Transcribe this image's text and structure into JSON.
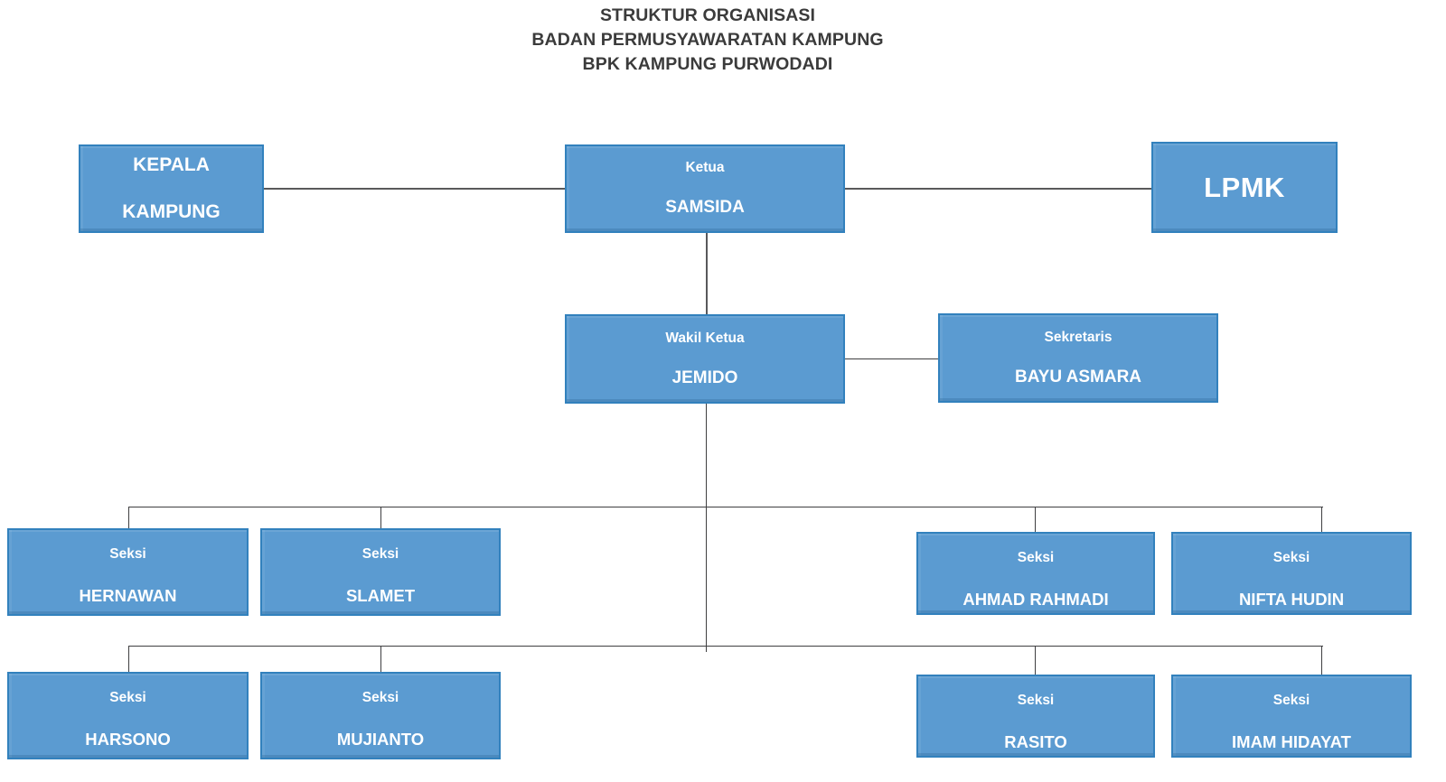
{
  "title": {
    "line1": "STRUKTUR ORGANISASI",
    "line2": "BADAN PERMUSYAWARATAN KAMPUNG",
    "line3": "BPK KAMPUNG PURWODADI"
  },
  "colors": {
    "node_fill": "#5b9bd1",
    "node_border": "#3281bd",
    "node_text": "#ffffff",
    "title_text": "#3b3b3b",
    "connector": "#59595b",
    "background": "#ffffff"
  },
  "chart_data": {
    "type": "diagram",
    "diagram_kind": "organization-chart",
    "title": "STRUKTUR ORGANISASI BADAN PERMUSYAWARATAN KAMPUNG BPK KAMPUNG PURWODADI",
    "nodes": [
      {
        "id": "kepala-kampung",
        "role": "",
        "name": "KEPALA KAMPUNG",
        "level": 1
      },
      {
        "id": "ketua",
        "role": "Ketua",
        "name": "SAMSIDA",
        "level": 1
      },
      {
        "id": "lpmk",
        "role": "",
        "name": "LPMK",
        "level": 1
      },
      {
        "id": "wakil-ketua",
        "role": "Wakil Ketua",
        "name": "JEMIDO",
        "level": 2
      },
      {
        "id": "sekretaris",
        "role": "Sekretaris",
        "name": "BAYU ASMARA",
        "level": 2
      },
      {
        "id": "seksi-hernawan",
        "role": "Seksi",
        "name": "HERNAWAN",
        "level": 3
      },
      {
        "id": "seksi-slamet",
        "role": "Seksi",
        "name": "SLAMET",
        "level": 3
      },
      {
        "id": "seksi-ahmad-rahmadi",
        "role": "Seksi",
        "name": "AHMAD RAHMADI",
        "level": 3
      },
      {
        "id": "seksi-nifta-hudin",
        "role": "Seksi",
        "name": "NIFTA HUDIN",
        "level": 3
      },
      {
        "id": "seksi-harsono",
        "role": "Seksi",
        "name": "HARSONO",
        "level": 4
      },
      {
        "id": "seksi-mujianto",
        "role": "Seksi",
        "name": "MUJIANTO",
        "level": 4
      },
      {
        "id": "seksi-rasito",
        "role": "Seksi",
        "name": "RASITO",
        "level": 4
      },
      {
        "id": "seksi-imam-hidayat",
        "role": "Seksi",
        "name": "IMAM HIDAYAT",
        "level": 4
      }
    ],
    "edges": [
      {
        "from": "kepala-kampung",
        "to": "ketua",
        "style": "horizontal"
      },
      {
        "from": "ketua",
        "to": "lpmk",
        "style": "horizontal"
      },
      {
        "from": "ketua",
        "to": "wakil-ketua",
        "style": "vertical"
      },
      {
        "from": "wakil-ketua",
        "to": "sekretaris",
        "style": "horizontal"
      },
      {
        "from": "wakil-ketua",
        "to": "seksi-hernawan",
        "style": "bus"
      },
      {
        "from": "wakil-ketua",
        "to": "seksi-slamet",
        "style": "bus"
      },
      {
        "from": "wakil-ketua",
        "to": "seksi-ahmad-rahmadi",
        "style": "bus"
      },
      {
        "from": "wakil-ketua",
        "to": "seksi-nifta-hudin",
        "style": "bus"
      },
      {
        "from": "wakil-ketua",
        "to": "seksi-harsono",
        "style": "bus"
      },
      {
        "from": "wakil-ketua",
        "to": "seksi-mujianto",
        "style": "bus"
      },
      {
        "from": "wakil-ketua",
        "to": "seksi-rasito",
        "style": "bus"
      },
      {
        "from": "wakil-ketua",
        "to": "seksi-imam-hidayat",
        "style": "bus"
      }
    ]
  },
  "nodes": {
    "kepala_kampung": {
      "line1": "KEPALA",
      "line2": "KAMPUNG"
    },
    "ketua": {
      "role": "Ketua",
      "name": "SAMSIDA"
    },
    "lpmk": {
      "label": "LPMK"
    },
    "wakil_ketua": {
      "role": "Wakil Ketua",
      "name": "JEMIDO"
    },
    "sekretaris": {
      "role": "Sekretaris",
      "name": "BAYU ASMARA"
    },
    "seksi_hernawan": {
      "role": "Seksi",
      "name": "HERNAWAN"
    },
    "seksi_slamet": {
      "role": "Seksi",
      "name": "SLAMET"
    },
    "seksi_ahmad_rahmadi": {
      "role": "Seksi",
      "name": "AHMAD RAHMADI"
    },
    "seksi_nifta_hudin": {
      "role": "Seksi",
      "name": "NIFTA HUDIN"
    },
    "seksi_harsono": {
      "role": "Seksi",
      "name": "HARSONO"
    },
    "seksi_mujianto": {
      "role": "Seksi",
      "name": "MUJIANTO"
    },
    "seksi_rasito": {
      "role": "Seksi",
      "name": "RASITO"
    },
    "seksi_imam_hidayat": {
      "role": "Seksi",
      "name": "IMAM HIDAYAT"
    }
  }
}
